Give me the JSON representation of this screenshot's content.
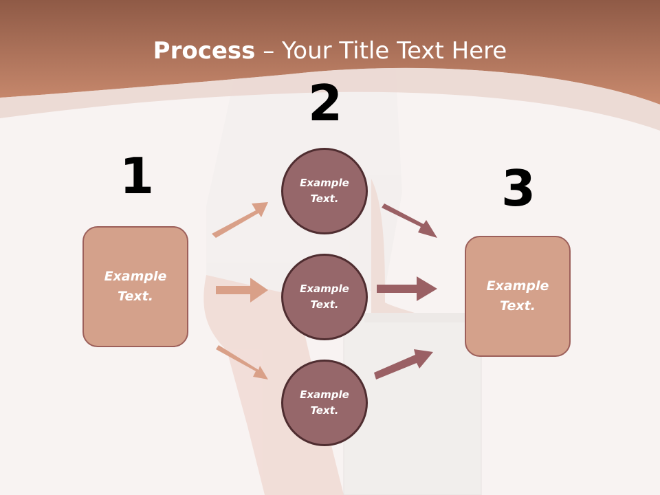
{
  "title": {
    "bold": "Process",
    "separator": " – ",
    "rest": "Your Title Text Here"
  },
  "steps": [
    {
      "number": "1",
      "text": "Example Text."
    },
    {
      "number": "2",
      "items": [
        "Example Text.",
        "Example Text.",
        "Example Text."
      ]
    },
    {
      "number": "3",
      "text": "Example Text."
    }
  ],
  "colors": {
    "header_top": "#8f5a46",
    "header_bottom": "#c98a6e",
    "box_fill": "#d4a18b",
    "circle_fill": "#96676a",
    "arrow_left": "#d9a088",
    "arrow_right": "#9a6064"
  }
}
